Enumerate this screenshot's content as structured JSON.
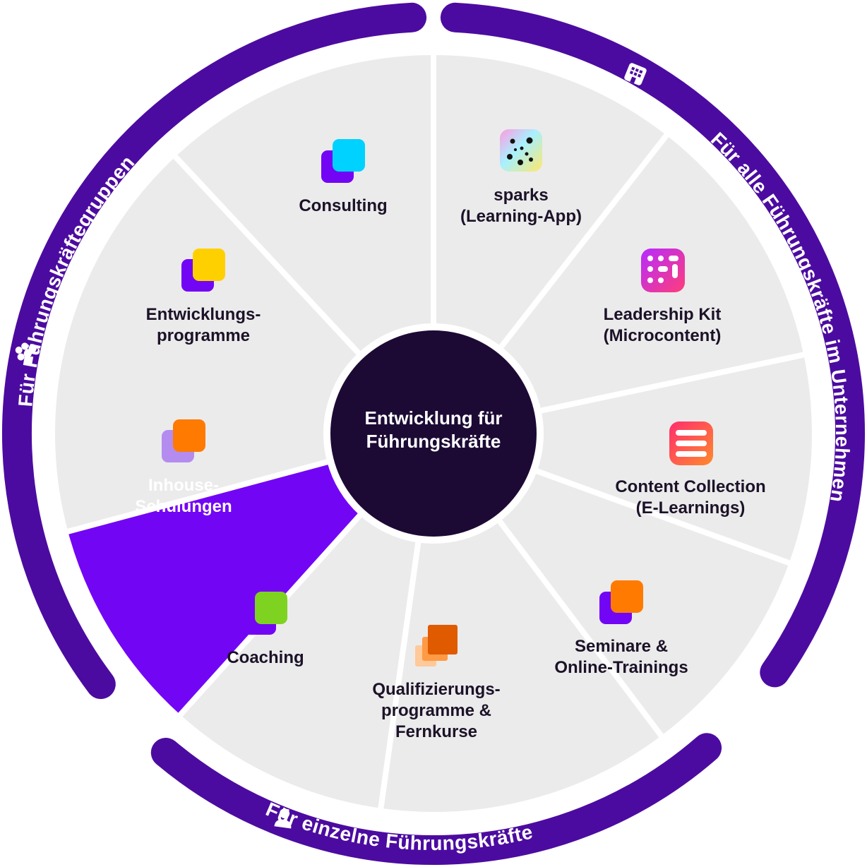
{
  "center": {
    "title": "Entwicklung für\nFührungskräfte"
  },
  "ring": {
    "group_label": "Für Führungskräftegruppen",
    "company_label": "Für alle Führungskräfte im Unternehmen",
    "individual_label": "Für einzelne Führungskräfte",
    "group_icon": "people-group-icon",
    "company_icon": "building-icon",
    "individual_icon": "person-icon"
  },
  "segments": [
    {
      "label": "Consulting",
      "icon": "stacked-squares-icon",
      "accent": "#00d2ff",
      "base": "#7305f5"
    },
    {
      "label": "sparks\n(Learning-App)",
      "icon": "sparks-app-icon"
    },
    {
      "label": "Leadership Kit\n(Microcontent)",
      "icon": "leadership-kit-app-icon"
    },
    {
      "label": "Content Collection\n(E-Learnings)",
      "icon": "content-collection-app-icon"
    },
    {
      "label": "Seminare &\nOnline-Trainings",
      "icon": "stacked-squares-icon",
      "accent": "#ff7a00",
      "base": "#7305f5"
    },
    {
      "label": "Qualifizierungs-\nprogramme &\nFernkurse",
      "icon": "triple-stacked-squares-icon",
      "accent": "#e85d04"
    },
    {
      "label": "Coaching",
      "icon": "stacked-squares-icon",
      "accent": "#7ed321",
      "base": "#7305f5"
    },
    {
      "label": "Inhouse-\nSchulungen",
      "icon": "stacked-squares-icon",
      "accent": "#ff7a00",
      "base": "#b48cf0",
      "active": true
    },
    {
      "label": "Entwicklungs-\nprogramme",
      "icon": "stacked-squares-icon",
      "accent": "#ffd000",
      "base": "#7305f5"
    }
  ],
  "colors": {
    "ring": "#4c0ba0",
    "segment": "#ebebeb",
    "active_segment": "#7305f5",
    "center": "#1c0a35",
    "text": "#1c1228"
  }
}
